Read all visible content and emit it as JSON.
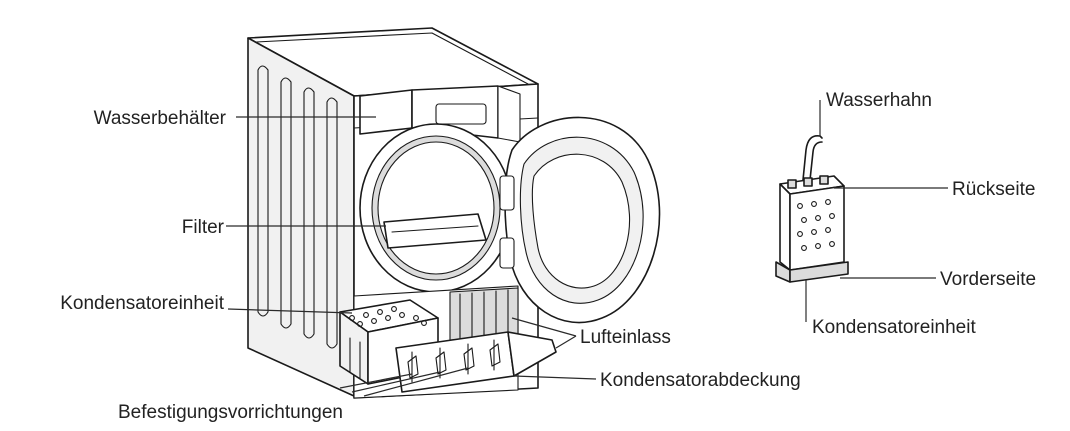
{
  "labels": {
    "wasserbehaelter": "Wasserbehälter",
    "filter": "Filter",
    "kondensatoreinheit_left": "Kondensatoreinheit",
    "befestigung": "Befestigungsvorrichtungen",
    "lufteinlass": "Lufteinlass",
    "kondensatorabdeckung": "Kondensatorabdeckung",
    "wasserhahn": "Wasserhahn",
    "rueckseite": "Rückseite",
    "vorderseite": "Vorderseite",
    "kondensatoreinheit_right": "Kondensatoreinheit"
  }
}
